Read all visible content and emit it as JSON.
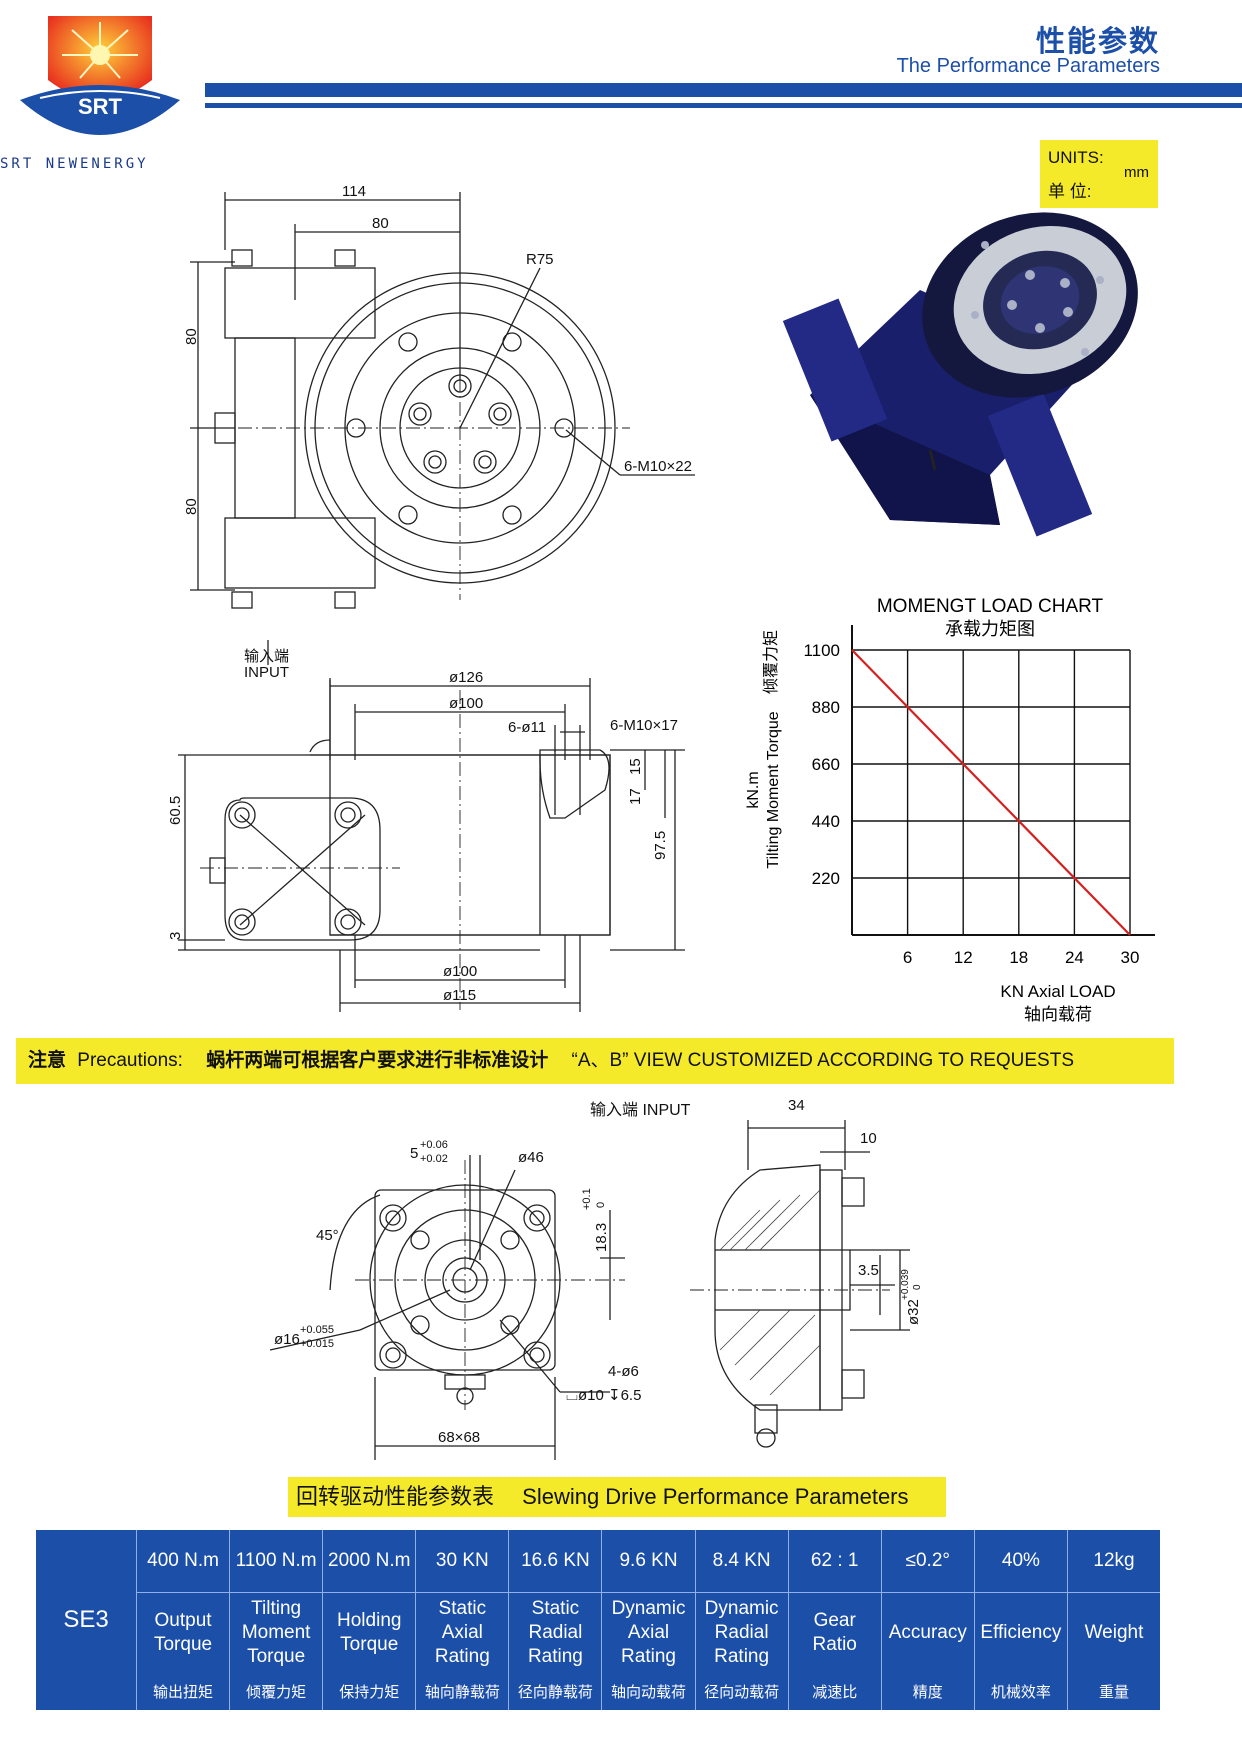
{
  "header": {
    "brand_logo_text": "SRT",
    "brand_name": "SRT NEWENERGY",
    "title_cn": "性能参数",
    "title_en": "The Performance Parameters"
  },
  "units": {
    "label_en": "UNITS:",
    "label_cn": "单  位:",
    "value": "mm"
  },
  "drawing_top": {
    "dim_114": "114",
    "dim_80_top": "80",
    "dim_r75": "R75",
    "dim_80_left_top": "80",
    "dim_80_left_bottom": "80",
    "bolt_holes": "6-M10×22"
  },
  "drawing_side": {
    "input_cn": "输入端",
    "input_en": "INPUT",
    "dim_d126": "ø126",
    "dim_d100_top": "ø100",
    "dim_6_d11": "6-ø11",
    "dim_6_m10x17": "6-M10×17",
    "dim_15": "15",
    "dim_17": "17",
    "dim_97_5": "97.5",
    "dim_60_5": "60.5",
    "dim_3": "3",
    "dim_d100_bottom": "ø100",
    "dim_d115": "ø115"
  },
  "chart_data": {
    "type": "line",
    "title": "MOMENGT LOAD CHART",
    "subtitle": "承载力矩图",
    "xlabel": "KN Axial LOAD",
    "xlabel_cn": "轴向载荷",
    "ylabel": "Tilting Moment Torque",
    "ylabel_cn": "倾覆力矩",
    "yunit": "kN.m",
    "x_ticks": [
      "6",
      "12",
      "18",
      "24",
      "30"
    ],
    "y_ticks": [
      "220",
      "440",
      "660",
      "880",
      "1100"
    ],
    "xlim": [
      0,
      30
    ],
    "ylim": [
      0,
      1100
    ],
    "grid": true,
    "series": [
      {
        "x": [
          0,
          30
        ],
        "y": [
          1100,
          0
        ],
        "color": "#d42020"
      }
    ]
  },
  "precautions": {
    "label_cn": "注意",
    "label_en": "Precautions:",
    "text_cn": "蜗杆两端可根据客户要求进行非标准设计",
    "text_en": "“A、B” VIEW CUSTOMIZED ACCORDING TO REQUESTS"
  },
  "drawing_input": {
    "input_label": "输入端 INPUT",
    "dim_5_base": "5",
    "dim_5_tol_upper": "+0.06",
    "dim_5_tol_lower": "+0.02",
    "dim_d46": "ø46",
    "dim_45": "45°",
    "dim_18_3": "18.3",
    "dim_18_3_tol_upper": "+0.1",
    "dim_18_3_tol_lower": "0",
    "dim_d16": "ø16",
    "dim_d16_tol_upper": "+0.055",
    "dim_d16_tol_lower": "+0.015",
    "dim_4_d6": "4-ø6",
    "dim_counterbore": "⌴ø10 ↧6.5",
    "dim_68x68": "68×68",
    "dim_34": "34",
    "dim_10": "10",
    "dim_3_5": "3.5",
    "dim_d32": "ø32",
    "dim_d32_tol_upper": "+0.039",
    "dim_d32_tol_lower": "0"
  },
  "table": {
    "title_cn": "回转驱动性能参数表",
    "title_en": "Slewing Drive Performance Parameters",
    "model": "SE3",
    "columns": [
      {
        "value": "400 N.m",
        "name": "Output\nTorque",
        "name_cn": "输出扭矩"
      },
      {
        "value": "1100 N.m",
        "name": "Tilting\nMoment\nTorque",
        "name_cn": "倾覆力矩"
      },
      {
        "value": "2000 N.m",
        "name": "Holding\nTorque",
        "name_cn": "保持力矩"
      },
      {
        "value": "30 KN",
        "name": "Static\nAxial\nRating",
        "name_cn": "轴向静载荷"
      },
      {
        "value": "16.6 KN",
        "name": "Static\nRadial\nRating",
        "name_cn": "径向静载荷"
      },
      {
        "value": "9.6 KN",
        "name": "Dynamic\nAxial\nRating",
        "name_cn": "轴向动载荷"
      },
      {
        "value": "8.4 KN",
        "name": "Dynamic\nRadial\nRating",
        "name_cn": "径向动载荷"
      },
      {
        "value": "62 : 1",
        "name": "Gear\nRatio",
        "name_cn": "减速比"
      },
      {
        "value": "≤0.2°",
        "name": "Accuracy",
        "name_cn": "精度"
      },
      {
        "value": "40%",
        "name": "Efficiency",
        "name_cn": "机械效率"
      },
      {
        "value": "12kg",
        "name": "Weight",
        "name_cn": "重量"
      }
    ]
  }
}
